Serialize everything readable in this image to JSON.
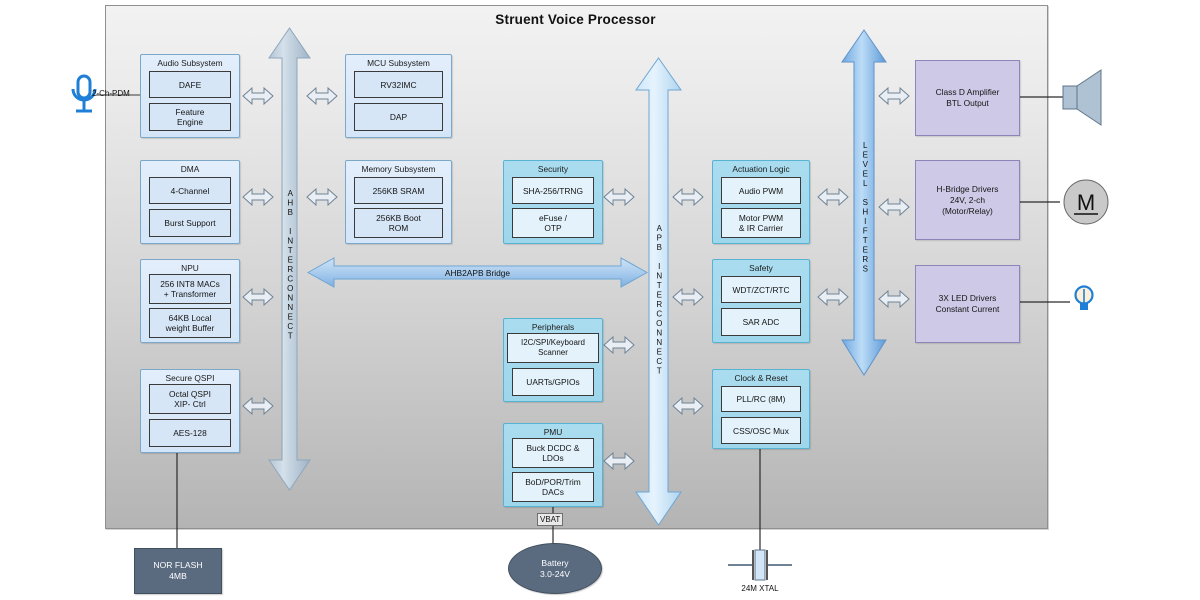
{
  "chip": {
    "title": "Struent Voice Processor"
  },
  "buses": {
    "ahb": "AHB INTERCONNECT",
    "apb": "APB INTERCONNECT",
    "level_shifters": "LEVEL SHIFTERS",
    "bridge": "AHB2APB Bridge"
  },
  "blocks": [
    {
      "id": "audio",
      "title": "Audio Subsystem",
      "items": [
        "DAFE",
        "Feature\nEngine"
      ]
    },
    {
      "id": "dma",
      "title": "DMA",
      "items": [
        "4-Channel",
        "Burst Support"
      ]
    },
    {
      "id": "npu",
      "title": "NPU",
      "items": [
        "256 INT8  MACs\n+ Transformer",
        "64KB Local\nweight Buffer"
      ]
    },
    {
      "id": "qspi",
      "title": "Secure QSPI",
      "items": [
        "Octal QSPI\nXIP- Ctrl",
        "AES-128"
      ]
    },
    {
      "id": "mcu",
      "title": "MCU Subsystem",
      "items": [
        "RV32IMC",
        "DAP"
      ]
    },
    {
      "id": "memory",
      "title": "Memory Subsystem",
      "items": [
        "256KB SRAM",
        "256KB Boot\nROM"
      ]
    },
    {
      "id": "security",
      "title": "Security",
      "items": [
        "SHA-256/TRNG",
        "eFuse /\nOTP"
      ]
    },
    {
      "id": "peripherals",
      "title": "Peripherals",
      "items": [
        "I2C/SPI/Keyboard\nScanner",
        "UARTs/GPIOs"
      ]
    },
    {
      "id": "pmu",
      "title": "PMU",
      "items": [
        "Buck DCDC &\nLDOs",
        "BoD/POR/Trim\nDACs"
      ]
    },
    {
      "id": "actuation",
      "title": "Actuation Logic",
      "items": [
        "Audio PWM",
        "Motor PWM\n& IR Carrier"
      ]
    },
    {
      "id": "safety",
      "title": "Safety",
      "items": [
        "WDT/ZCT/RTC",
        "SAR ADC"
      ]
    },
    {
      "id": "clock",
      "title": "Clock & Reset",
      "items": [
        "PLL/RC (8M)",
        "CSS/OSC Mux"
      ]
    }
  ],
  "drivers": [
    {
      "id": "classd",
      "label": "Class D Amplifier\nBTL Output"
    },
    {
      "id": "hbridge",
      "label": "H-Bridge Drivers\n24V, 2-ch\n(Motor/Relay)"
    },
    {
      "id": "led",
      "label": "3X LED Drivers\nConstant Current"
    }
  ],
  "external": {
    "mic_label": "2-Ch-PDM",
    "nor_flash": "NOR FLASH\n4MB",
    "battery": "Battery\n3.0-24V",
    "vbat": "VBAT",
    "xtal": "24M XTAL",
    "motor_symbol": "M"
  },
  "colors": {
    "block_light": "#d3e5f8",
    "block_cyan": "#9ed6ec",
    "block_purple": "#cdc9e6",
    "bus_blue": "#bcdcf4",
    "bus_gray": "#b9c9d8",
    "dark_slate": "#5a6b80",
    "chip_gray": "#d4d4d4"
  }
}
